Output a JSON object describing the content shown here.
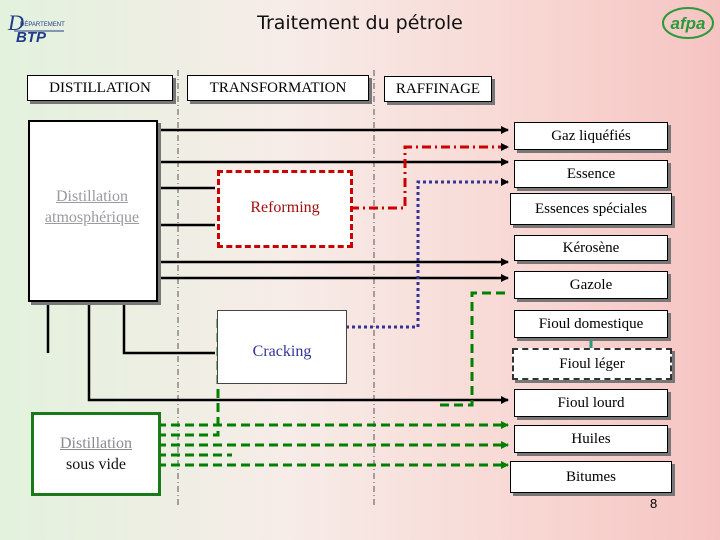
{
  "logo_left": {
    "line1": "DÉPARTEMENT",
    "line2": "BTP"
  },
  "logo_right": {
    "text": "afpa"
  },
  "title": "Traitement du pétrole",
  "headers": [
    "DISTILLATION",
    "TRANSFORMATION",
    "RAFFINAGE"
  ],
  "units": {
    "atmospheric": "Distillation atmosphérique",
    "vacuum": {
      "line1": "Distillation",
      "line2": "sous vide"
    },
    "reforming": "Reforming",
    "cracking": "Cracking"
  },
  "products": [
    "Gaz liquéfiés",
    "Essence",
    "Essences spéciales",
    "Kérosène",
    "Gazole",
    "Fioul domestique",
    "Fioul léger",
    "Fioul lourd",
    "Huiles",
    "Bitumes"
  ],
  "page_number": "8",
  "colors": {
    "solid": "#000000",
    "reforming_path": "#cc0000",
    "cracking_path": "#333399",
    "vacuum_path": "#008000"
  }
}
